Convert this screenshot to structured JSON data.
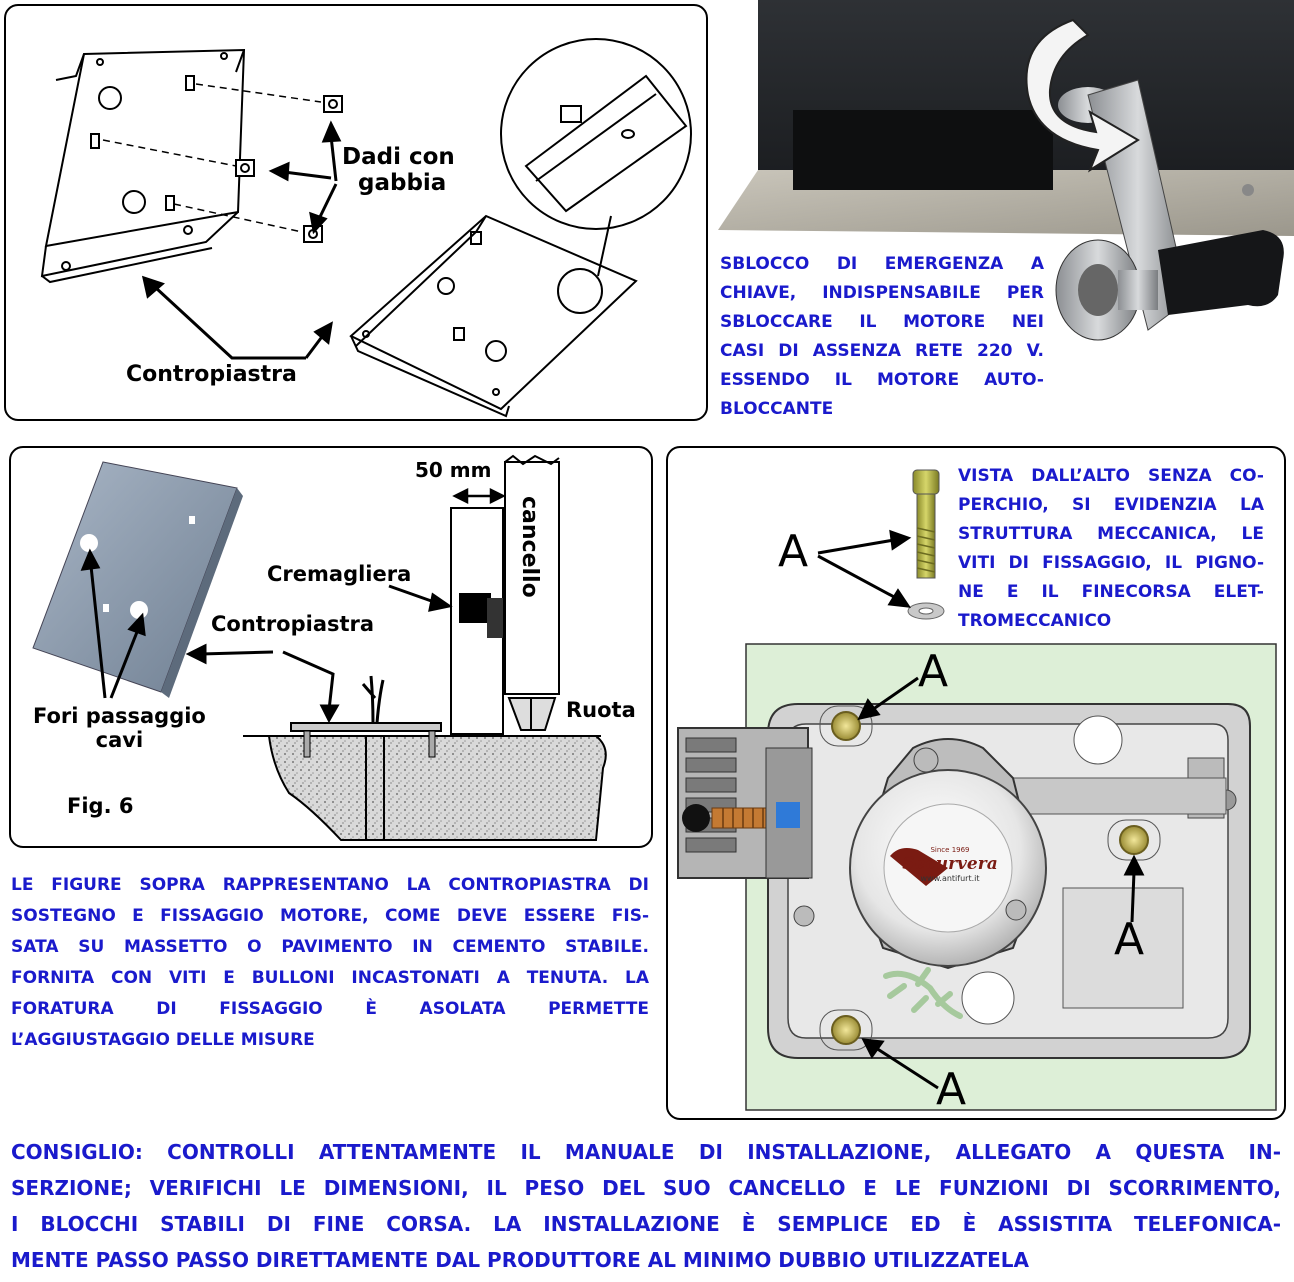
{
  "panel1": {
    "label_nuts_line1": "Dadi con",
    "label_nuts_line2": "gabbia",
    "label_counterplate": "Contropiastra"
  },
  "emergency": {
    "lines": [
      "SBLOCCO DI EMERGENZA A",
      "CHIAVE, INDISPENSABILE PER",
      "SBLOCCARE IL MOTORE NEI",
      "CASI DI ASSENZA RETE 220 V.",
      "ESSENDO IL MOTORE AUTO-",
      "BLOCCANTE"
    ]
  },
  "panel2": {
    "dimension": "50 mm",
    "gate": "cancello",
    "rack": "Cremagliera",
    "counterplate": "Contropiastra",
    "holes_line1": "Fori passaggio",
    "holes_line2": "cavi",
    "wheel": "Ruota",
    "figure": "Fig. 6"
  },
  "figures_caption": {
    "lines": [
      "LE FIGURE SOPRA RAPPRESENTANO LA CONTROPIASTRA DI",
      "SOSTEGNO E FISSAGGIO MOTORE, COME DEVE ESSERE FIS-",
      "SATA SU MASSETTO O PAVIMENTO IN CEMENTO STABILE.",
      "FORNITA CON VITI E BULLONI INCASTONATI A TENUTA. LA",
      "FORATURA DI FISSAGGIO È ASOLATA PERMETTE",
      "L’AGGIUSTAGGIO DELLE MISURE"
    ]
  },
  "panel3": {
    "caption_lines": [
      "VISTA DALL’ALTO SENZA CO-",
      "PERCHIO, SI EVIDENZIA LA",
      "STRUTTURA MECCANICA, LE",
      "VITI DI FISSAGGIO, IL PIGNO-",
      "NE E IL FINECORSA ELET-",
      "TROMECCANICO"
    ],
    "marker": "A",
    "logo_text": "Securvera",
    "logo_small": "Since 1969",
    "logo_url": "www.antifurt.it"
  },
  "advice": {
    "lines": [
      "CONSIGLIO:  CONTROLLI ATTENTAMENTE IL MANUALE DI INSTALLAZIONE, ALLEGATO A QUESTA IN-",
      "SERZIONE; VERIFICHI LE DIMENSIONI, IL PESO DEL SUO CANCELLO E LE FUNZIONI DI SCORRIMENTO,",
      "I BLOCCHI STABILI DI FINE CORSA. LA INSTALLAZIONE È SEMPLICE ED È ASSISTITA TELEFONICA-",
      "MENTE PASSO PASSO DIRETTAMENTE DAL PRODUTTORE AL MINIMO DUBBIO UTILIZZATELA"
    ]
  }
}
